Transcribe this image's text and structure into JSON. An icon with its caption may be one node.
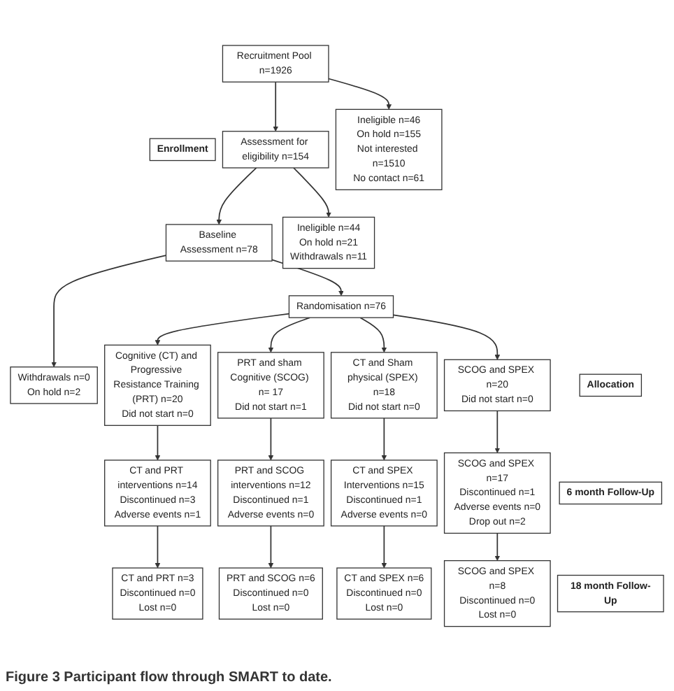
{
  "diagram": {
    "caption": "Figure 3 Participant flow through SMART to date.",
    "nodes": [
      {
        "text": [
          "Recruitment Pool n=1926"
        ]
      },
      {
        "text": [
          "Ineligible n=46",
          "On hold n=155",
          "Not interested n=1510",
          "No contact n=61"
        ]
      },
      {
        "text": [
          "Enrollment"
        ]
      },
      {
        "text": [
          "Assessment for eligibility n=154"
        ]
      },
      {
        "text": [
          "Ineligible n=44",
          "On hold n=21",
          "Withdrawals n=11"
        ]
      },
      {
        "text": [
          "Baseline Assessment n=78"
        ]
      },
      {
        "text": [
          "Withdrawals n=0",
          "On hold n=2"
        ]
      },
      {
        "text": [
          "Randomisation n=76"
        ]
      },
      {
        "text": [
          "Allocation"
        ]
      },
      {
        "text": [
          "Cognitive (CT) and Progressive Resistance Training (PRT) n=20",
          "Did not start n=0"
        ]
      },
      {
        "text": [
          "PRT and sham Cognitive (SCOG) n= 17",
          "Did not start n=1"
        ]
      },
      {
        "text": [
          "CT and Sham physical (SPEX) n=18",
          "Did not start n=0"
        ]
      },
      {
        "text": [
          "SCOG and SPEX n=20",
          "Did not start n=0"
        ]
      },
      {
        "text": [
          "6 month Follow-Up"
        ]
      },
      {
        "text": [
          "CT and PRT interventions n=14",
          "Discontinued n=3",
          "Adverse events n=1"
        ]
      },
      {
        "text": [
          "PRT and SCOG interventions n=12",
          "Discontinued n=1",
          "Adverse events n=0"
        ]
      },
      {
        "text": [
          "CT and SPEX Interventions n=15",
          "Discontinued n=1",
          "Adverse events n=0"
        ]
      },
      {
        "text": [
          "SCOG and SPEX n=17",
          "Discontinued n=1",
          "Adverse events n=0",
          "Drop out n=2"
        ]
      },
      {
        "text": [
          "18 month Follow-Up"
        ]
      },
      {
        "text": [
          "CT and PRT n=3",
          "Discontinued n=0",
          "Lost n=0"
        ]
      },
      {
        "text": [
          "PRT and SCOG n=6",
          "Discontinued n=0",
          "Lost n=0"
        ]
      },
      {
        "text": [
          "CT and SPEX n=6",
          "Discontinued n=0",
          "Lost n=0"
        ]
      },
      {
        "text": [
          "SCOG and SPEX n=8",
          "Discontinued n=0",
          "Lost n=0"
        ]
      }
    ],
    "edges": [
      {
        "from": 0,
        "to": 3,
        "arrow": "to"
      },
      {
        "from": 3,
        "to": 5,
        "arrow": "to"
      },
      {
        "from": 5,
        "to": 7,
        "arrow": "to"
      },
      {
        "from": 7,
        "to": 9,
        "arrow": "to"
      },
      {
        "from": 7,
        "to": 10,
        "arrow": "to"
      },
      {
        "from": 7,
        "to": 11,
        "arrow": "to"
      },
      {
        "from": 7,
        "to": 12,
        "arrow": "to"
      },
      {
        "from": 9,
        "to": 14,
        "arrow": "to"
      },
      {
        "from": 10,
        "to": 15,
        "arrow": "to"
      },
      {
        "from": 11,
        "to": 16,
        "arrow": "to"
      },
      {
        "from": 12,
        "to": 17,
        "arrow": "to"
      },
      {
        "from": 14,
        "to": 19,
        "arrow": "to"
      },
      {
        "from": 15,
        "to": 20,
        "arrow": "to"
      },
      {
        "from": 16,
        "to": 21,
        "arrow": "to"
      },
      {
        "from": 17,
        "to": 22,
        "arrow": "to"
      },
      {
        "from": 0,
        "to": 1,
        "arrow": "to"
      },
      {
        "from": 3,
        "to": 4,
        "arrow": "to"
      },
      {
        "from": 5,
        "to": 6,
        "arrow": "to"
      }
    ]
  }
}
